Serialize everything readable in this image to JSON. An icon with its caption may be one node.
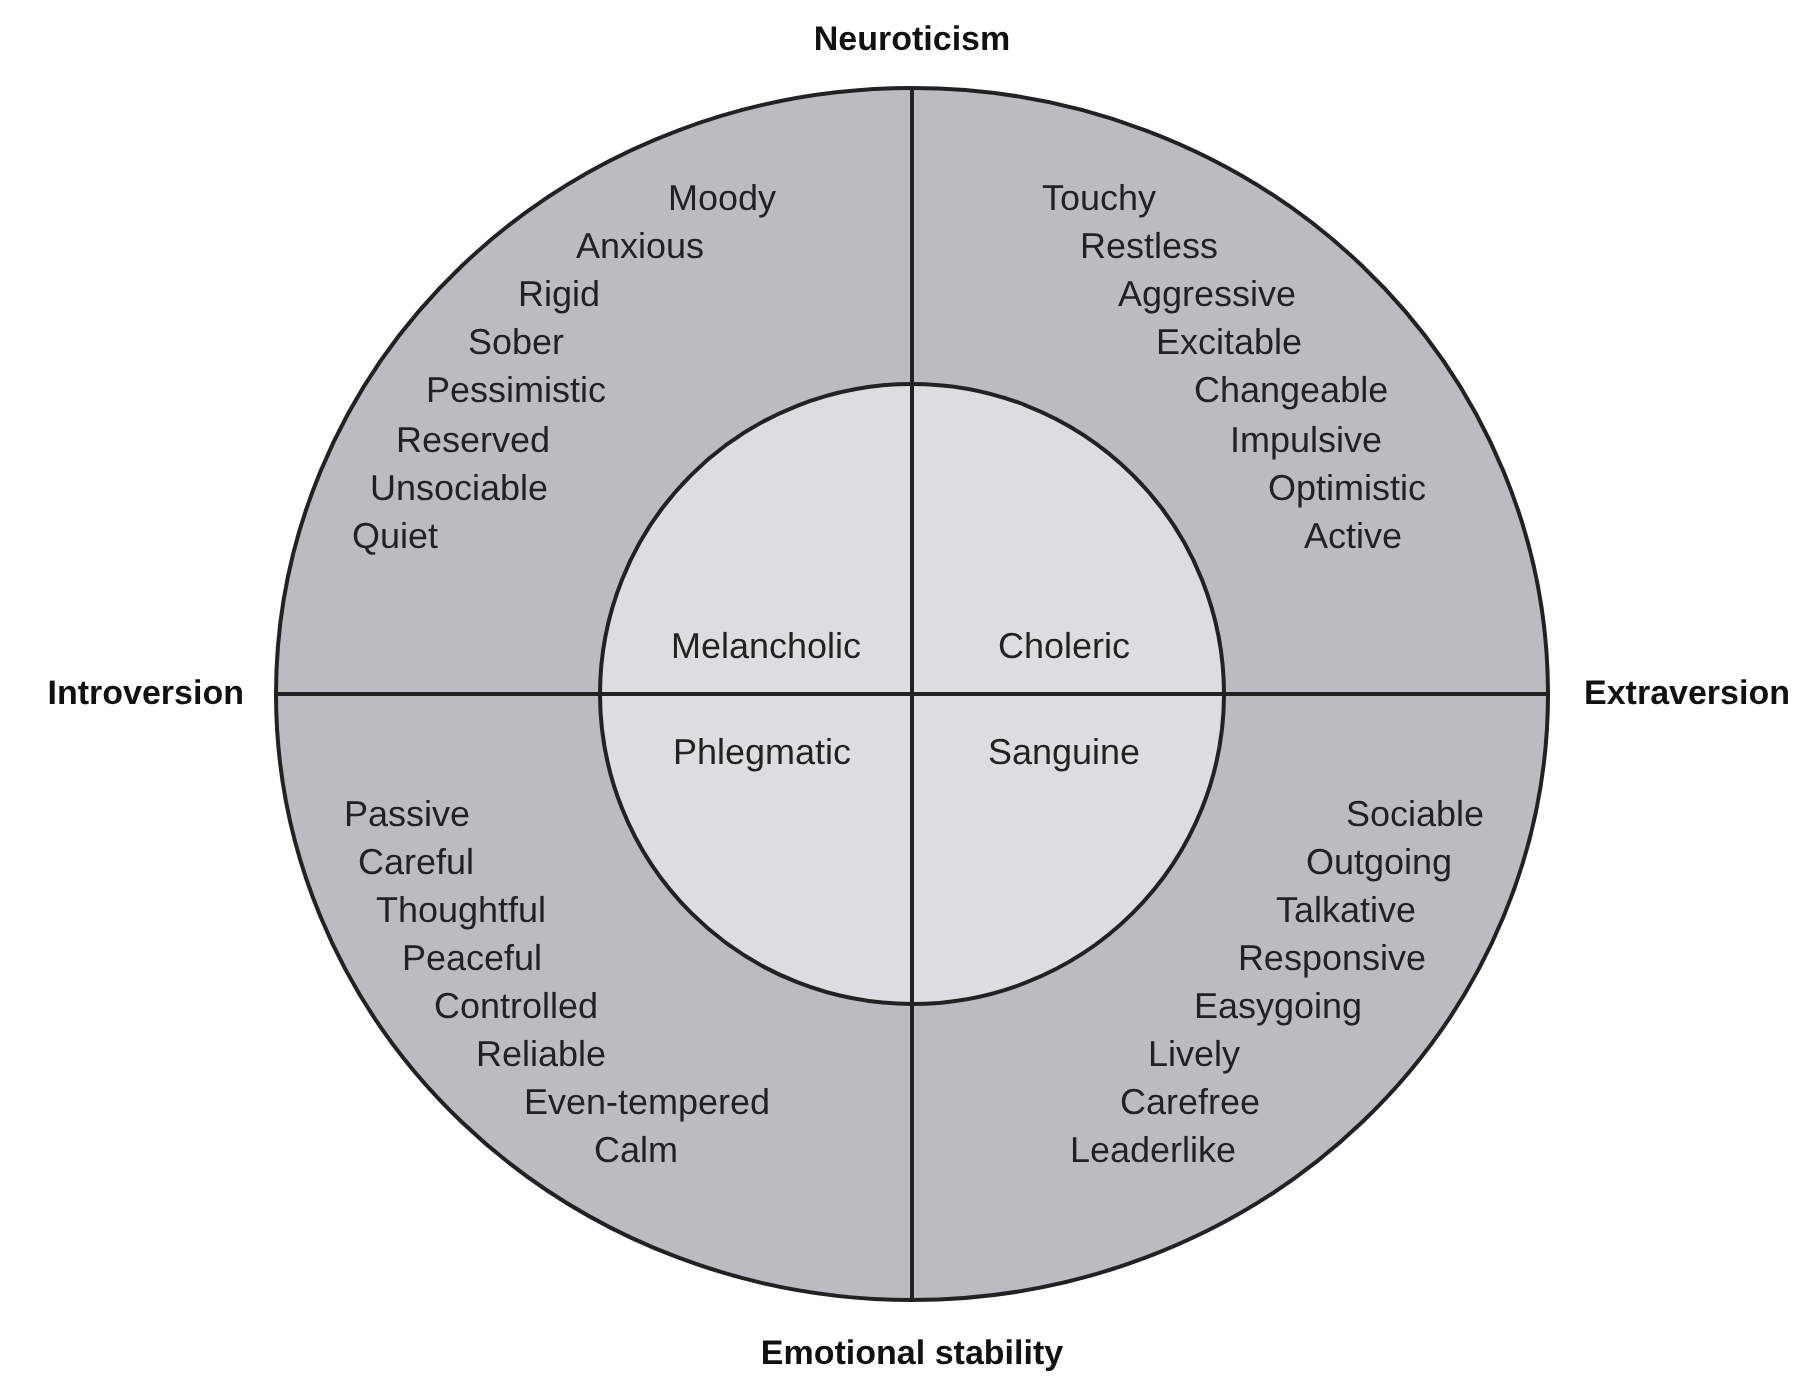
{
  "diagram": {
    "nodes": [
      {
        "text": [],
        "shape": "circle"
      },
      {
        "text": [],
        "shape": "circle",
        "in": 0
      }
    ],
    "labels": [
      "Neuroticism",
      "Moody",
      "Anxious",
      "Rigid",
      "Sober",
      "Pessimistic",
      "Reserved",
      "Unsociable",
      "Quiet",
      "Touchy",
      "Restless",
      "Aggressive",
      "Excitable",
      "Changeable",
      "Impulsive",
      "Optimistic",
      "Active",
      "Melancholic",
      "Choleric",
      "Introversion",
      "Extraversion",
      "Phlegmatic",
      "Sanguine",
      "Passive",
      "Careful",
      "Thoughtful",
      "Peaceful",
      "Controlled",
      "Reliable",
      "Even-tempered",
      "Calm",
      "Sociable",
      "Outgoing",
      "Talkative",
      "Responsive",
      "Easygoing",
      "Lively",
      "Carefree",
      "Leaderlike",
      "Emotional stability"
    ]
  }
}
